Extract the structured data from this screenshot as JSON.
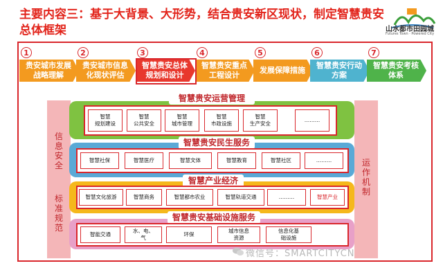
{
  "title": "主要内容三：基于大背景、大形势，结合贵安新区现状，制定智慧贵安总体框架",
  "logo": {
    "text": "山水都市田园城",
    "sub": "Futures Town · Powered City"
  },
  "steps": [
    {
      "num": "1",
      "label": "贵安城市发展战略理解",
      "color": "#f39a1f"
    },
    {
      "num": "2",
      "label": "贵安城市信息化现状评估",
      "color": "#f39a1f"
    },
    {
      "num": "3",
      "label": "智慧贵安总体规划和设计",
      "color": "#e8382d"
    },
    {
      "num": "4",
      "label": "智慧贵安重点工程设计",
      "color": "#f39a1f"
    },
    {
      "num": "5",
      "label": "发展保障措施",
      "color": "#f39a1f"
    },
    {
      "num": "6",
      "label": "智慧贵安行动方案",
      "color": "#4fb3cf"
    },
    {
      "num": "7",
      "label": "智慧贵安考核体系",
      "color": "#4fb34a"
    }
  ],
  "left_side": {
    "top": "信息安全",
    "bottom": "标准规范"
  },
  "right_side": {
    "label": "运作机制"
  },
  "bands": {
    "ops": {
      "title": "智慧贵安运营管理",
      "color": "#7fc241",
      "cells": [
        "智慧规划建设",
        "智慧公共安全",
        "智慧城市管理",
        "智慧市政设施",
        "智慧生产安全",
        "………"
      ]
    },
    "people": {
      "title": "智慧贵安民生服务",
      "color": "#5aa9d6",
      "cells": [
        "智慧社保",
        "智慧医疗",
        "智慧文体",
        "智慧教育",
        "智慧社区",
        "………"
      ]
    },
    "industry": {
      "title": "智慧产业经济",
      "color": "#f5b81c",
      "cells": [
        "智慧文化旅游",
        "智慧商务",
        "智慧都市农业",
        "智慧轨道交通",
        "………",
        "智慧产业"
      ]
    },
    "infra": {
      "title": "智慧贵安基础设施服务",
      "color": "#e8a0c8",
      "cells": [
        "智能交通",
        "水、电、气",
        "环保",
        "城市信息资源",
        "信息化基础设施"
      ]
    }
  },
  "watermark": "微信号：SMARTCITYCN"
}
